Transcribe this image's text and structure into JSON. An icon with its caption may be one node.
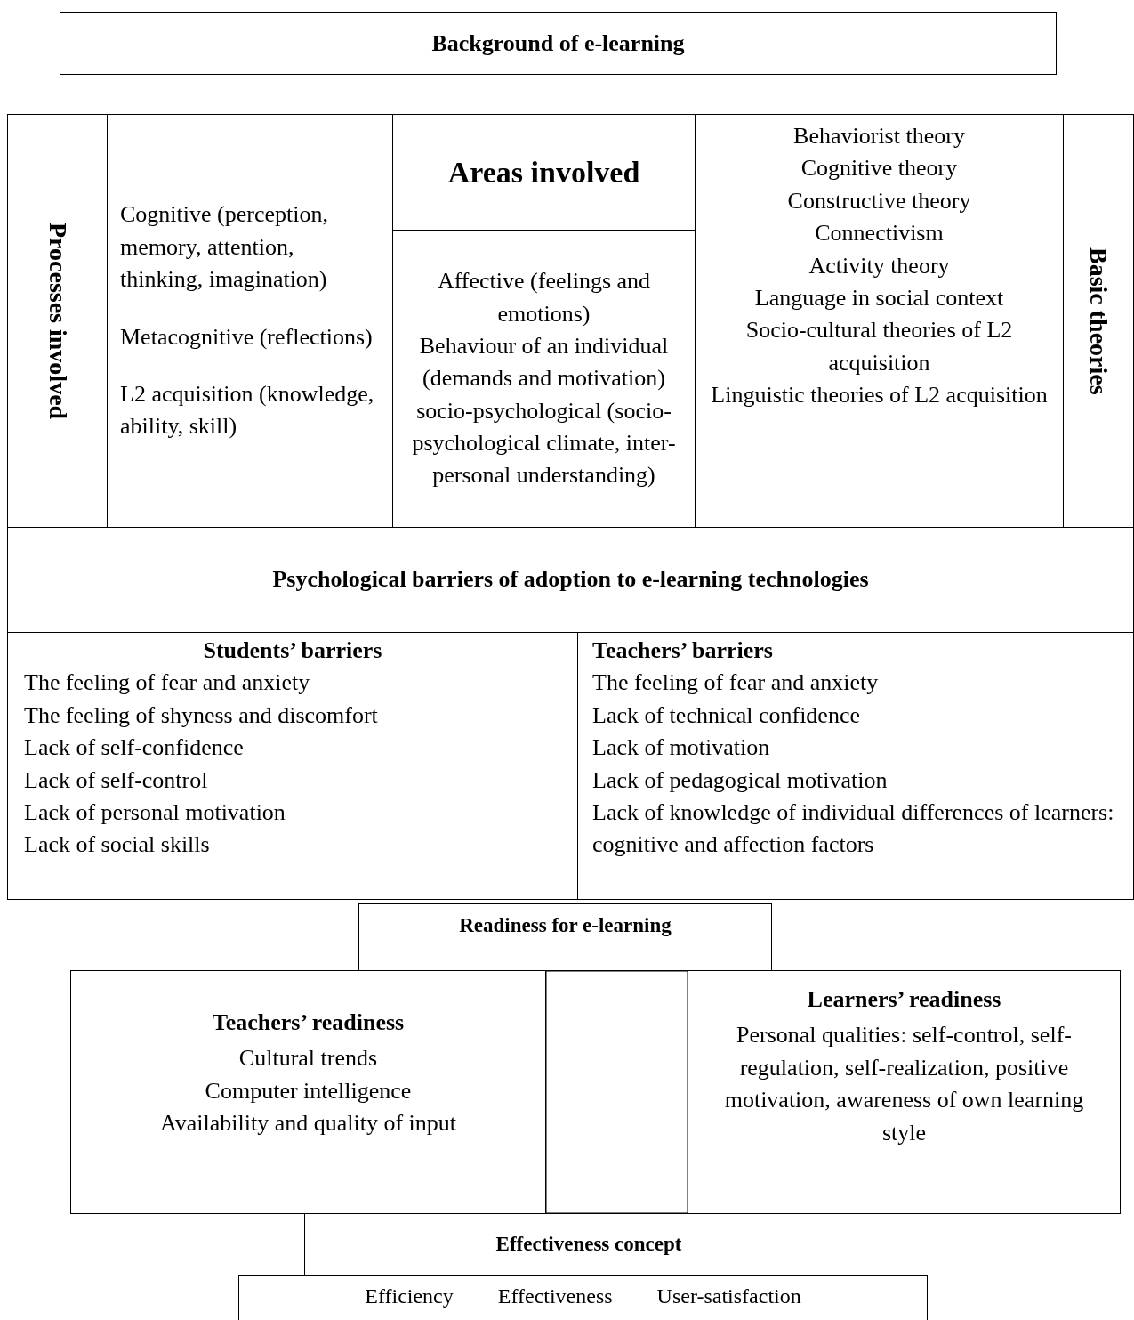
{
  "diagram": {
    "nodes": [
      {
        "text": [
          "Background of e-learning"
        ]
      },
      {
        "text": [
          "Processes involved"
        ]
      },
      {
        "text": [
          "Cognitive (perception, memory, attention, thinking, imagination)",
          "Metacognitive (reflections)",
          "L2 acquisition (knowledge, ability, skill)"
        ]
      },
      {
        "text": [
          "Areas involved"
        ]
      },
      {
        "text": [
          "Affective (feelings and emotions)",
          "Behaviour of an individual (demands and motivation)",
          "socio-psychological (socio-psychological climate, inter-personal understanding)"
        ]
      },
      {
        "text": [
          "Behaviorist theory",
          "Cognitive theory",
          "Constructive theory",
          "Connectivism",
          "Activity theory",
          "Language in social context",
          "Socio-cultural theories of L2 acquisition",
          "Linguistic theories of L2 acquisition"
        ]
      },
      {
        "text": [
          "Basic theories"
        ]
      },
      {
        "text": [
          "Psychological barriers of adoption to e-learning technologies"
        ]
      },
      {
        "text": [
          "Students’ barriers",
          "The feeling of fear and anxiety",
          "The feeling of shyness and discomfort",
          "Lack of self-confidence",
          "Lack of self-control",
          "Lack of personal motivation",
          "Lack of social skills"
        ]
      },
      {
        "text": [
          "Teachers’ barriers",
          "The feeling of fear and anxiety",
          "Lack of technical confidence",
          "Lack of motivation",
          "Lack of pedagogical motivation",
          "Lack of knowledge of individual differences of learners: cognitive and affection factors"
        ]
      },
      {
        "text": [
          "Readiness for e-learning"
        ]
      },
      {
        "text": [
          "Teachers’ readiness",
          "Cultural trends",
          "Computer intelligence",
          "Availability and quality of input"
        ]
      },
      {
        "text": [],
        "shape": "box"
      },
      {
        "text": [
          "Learners’ readiness",
          "Personal qualities: self-control, self-regulation, self-realization, positive motivation, awareness of own learning style"
        ]
      },
      {
        "text": [
          "Effectiveness concept"
        ]
      },
      {
        "text": [
          "Efficiency",
          "Effectiveness",
          "User-satisfaction"
        ]
      }
    ],
    "edges": []
  }
}
